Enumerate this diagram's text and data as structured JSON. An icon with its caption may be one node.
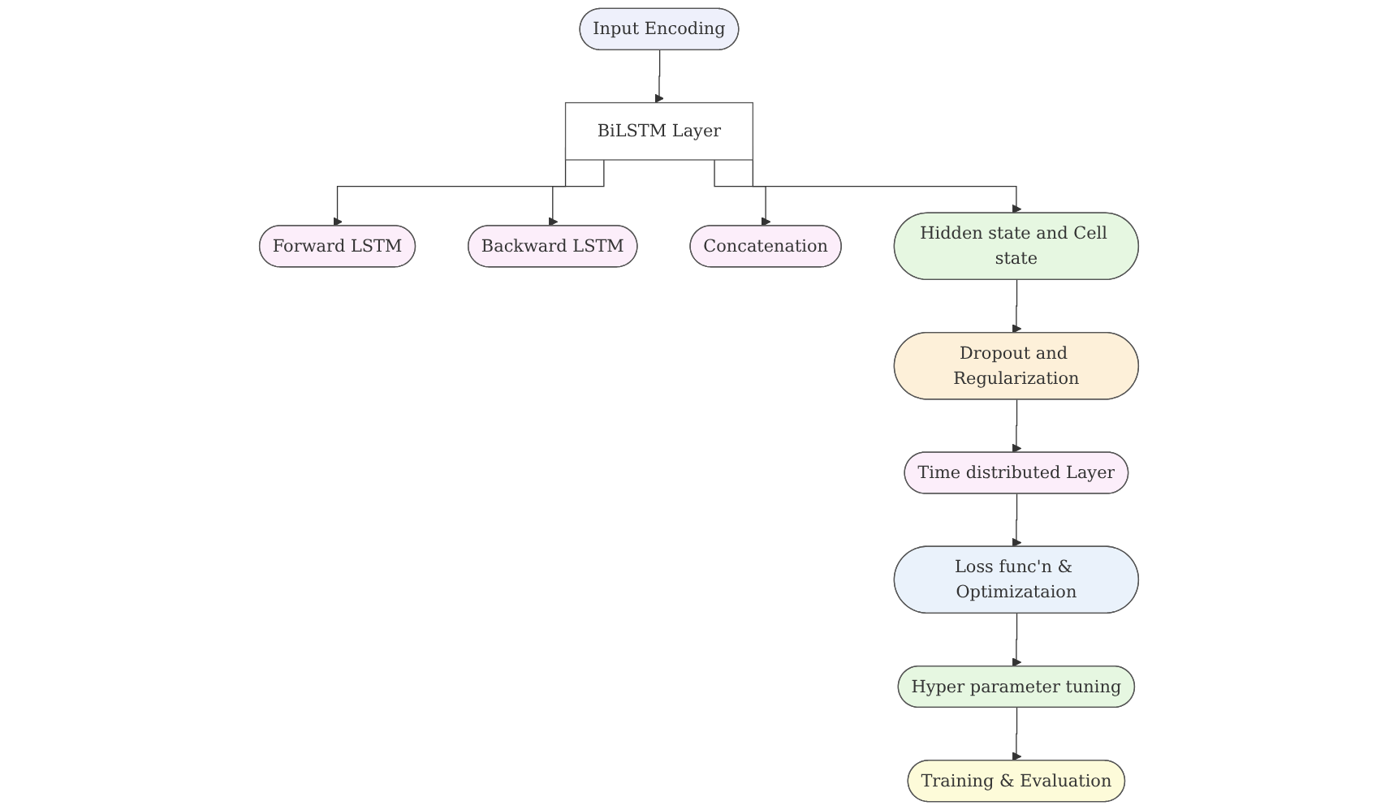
{
  "diagram": {
    "nodes": [
      {
        "text": [
          "Input Encoding"
        ]
      },
      {
        "text": [
          "BiLSTM Layer"
        ]
      },
      {
        "text": [
          "Forward LSTM"
        ]
      },
      {
        "text": [
          "Backward LSTM"
        ]
      },
      {
        "text": [
          "Concatenation"
        ]
      },
      {
        "text": [
          "Hidden state and Cell state"
        ]
      },
      {
        "text": [
          "Dropout and Regularization"
        ]
      },
      {
        "text": [
          "Time distributed Layer"
        ]
      },
      {
        "text": [
          "Loss func'n & Optimizataion"
        ]
      },
      {
        "text": [
          "Hyper parameter tuning"
        ]
      },
      {
        "text": [
          "Training & Evaluation"
        ]
      }
    ],
    "edges": [
      {
        "from": 0,
        "to": 1,
        "arrow": "to"
      },
      {
        "from": 1,
        "to": 2,
        "arrow": "to"
      },
      {
        "from": 1,
        "to": 3,
        "arrow": "to"
      },
      {
        "from": 1,
        "to": 4,
        "arrow": "to"
      },
      {
        "from": 1,
        "to": 5,
        "arrow": "to"
      },
      {
        "from": 5,
        "to": 6,
        "arrow": "to"
      },
      {
        "from": 6,
        "to": 7,
        "arrow": "to"
      },
      {
        "from": 7,
        "to": 8,
        "arrow": "to"
      },
      {
        "from": 8,
        "to": 9,
        "arrow": "to"
      },
      {
        "from": 9,
        "to": 10,
        "arrow": "to"
      }
    ]
  }
}
